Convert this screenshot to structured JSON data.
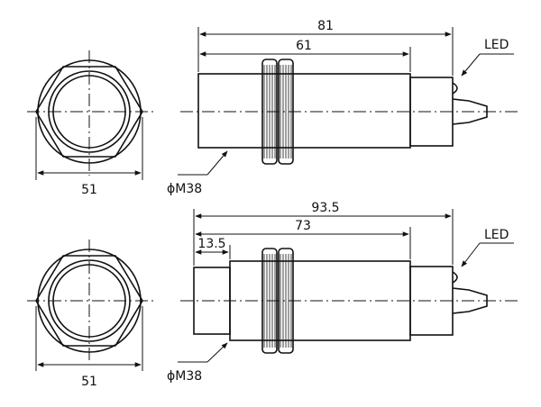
{
  "top_view": {
    "dim_width": "51",
    "dim_total": "81",
    "dim_body": "61",
    "thread_label": "ϕM38",
    "led_label": "LED"
  },
  "bottom_view": {
    "dim_width": "51",
    "dim_total": "93.5",
    "dim_body": "73",
    "dim_front": "13.5",
    "thread_label": "ϕM38",
    "led_label": "LED"
  }
}
